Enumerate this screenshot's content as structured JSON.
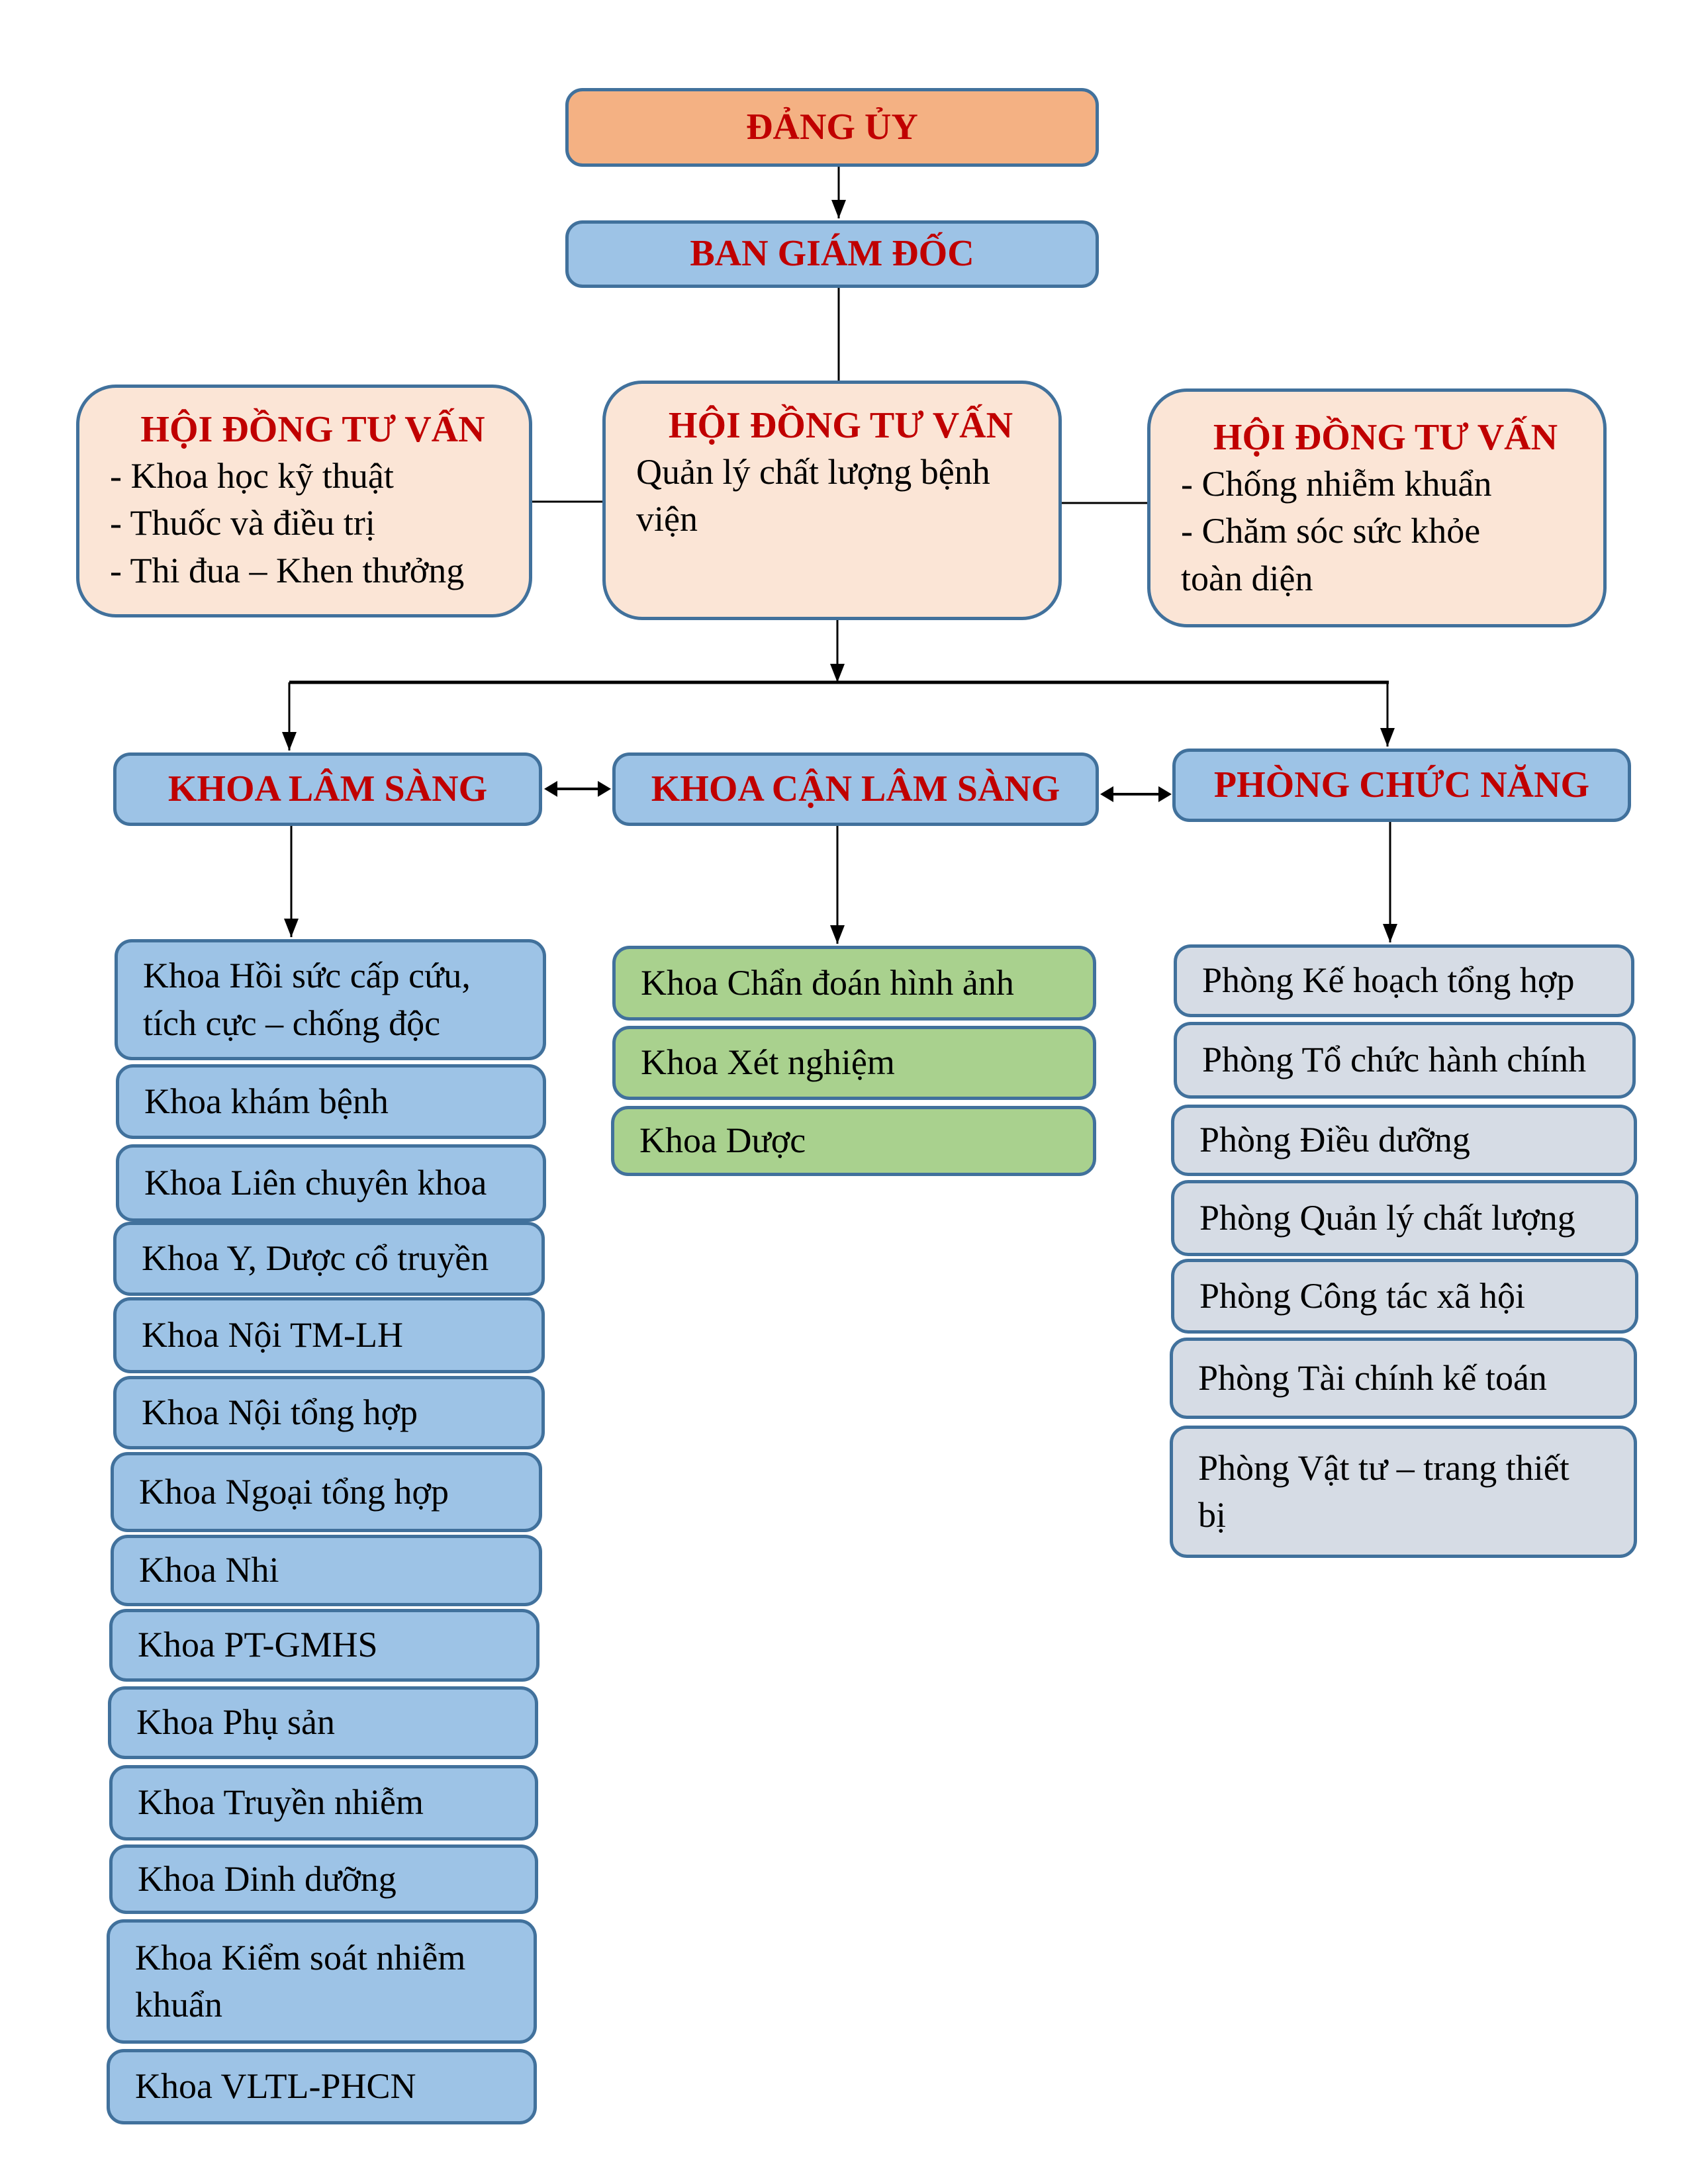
{
  "top": {
    "party": "ĐẢNG ỦY",
    "board": "BAN GIÁM ĐỐC"
  },
  "councils": [
    {
      "title": "HỘI ĐỒNG TƯ VẤN",
      "lines": [
        "- Khoa học kỹ thuật",
        "- Thuốc và điều trị",
        "- Thi đua – Khen thưởng"
      ]
    },
    {
      "title": "HỘI ĐỒNG TƯ VẤN",
      "lines": [
        "Quản lý chất lượng bệnh",
        "viện"
      ]
    },
    {
      "title": "HỘI ĐỒNG TƯ VẤN",
      "lines": [
        "- Chống nhiễm khuẩn",
        "- Chăm sóc sức khỏe",
        "toàn diện"
      ]
    }
  ],
  "divisions": {
    "clinical": {
      "title": "KHOA LÂM SÀNG",
      "items": [
        [
          "Khoa Hồi sức cấp cứu,",
          "tích cực – chống độc"
        ],
        [
          "Khoa khám bệnh"
        ],
        [
          "Khoa Liên chuyên khoa"
        ],
        [
          "Khoa Y, Dược cổ truyền"
        ],
        [
          "Khoa Nội TM-LH"
        ],
        [
          "Khoa Nội tổng hợp"
        ],
        [
          "Khoa Ngoại tổng hợp"
        ],
        [
          "Khoa Nhi"
        ],
        [
          "Khoa PT-GMHS"
        ],
        [
          "Khoa Phụ sản"
        ],
        [
          "Khoa Truyền nhiễm"
        ],
        [
          "Khoa Dinh dưỡng"
        ],
        [
          "Khoa Kiểm soát nhiễm",
          "khuẩn"
        ],
        [
          "Khoa VLTL-PHCN"
        ]
      ]
    },
    "paraclinical": {
      "title": "KHOA CẬN LÂM SÀNG",
      "items": [
        [
          "Khoa Chẩn đoán hình ảnh"
        ],
        [
          "Khoa Xét nghiệm"
        ],
        [
          "Khoa Dược"
        ]
      ]
    },
    "functional": {
      "title": "PHÒNG CHỨC NĂNG",
      "items": [
        [
          "Phòng Kế hoạch tổng hợp"
        ],
        [
          "Phòng Tổ chức hành chính"
        ],
        [
          "Phòng Điều dưỡng"
        ],
        [
          "Phòng Quản lý chất lượng"
        ],
        [
          "Phòng Công tác xã hội"
        ],
        [
          "Phòng Tài chính kế toán"
        ],
        [
          "Phòng Vật tư – trang thiết",
          "bị"
        ]
      ]
    }
  },
  "colors": {
    "party_fill": "#f4b183",
    "board_fill": "#9dc3e6",
    "council_fill": "#fbe5d6",
    "paraclinical_fill": "#a9d18e",
    "functional_fill": "#d6dce5",
    "border": "#41719c",
    "heading_text": "#c00000"
  }
}
